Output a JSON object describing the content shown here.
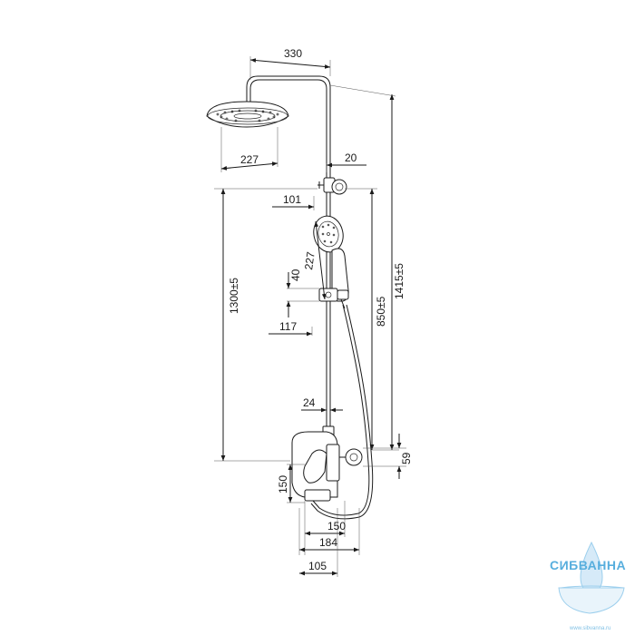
{
  "dimensions": {
    "width_total": "330",
    "head_diameter": "227",
    "pipe_offset": "20",
    "holder_reach": "101",
    "handshower_length": "227",
    "holder_height": "40",
    "height_1415": "1415±5",
    "height_850": "850±5",
    "height_1300": "1300±5",
    "slider_reach": "117",
    "connector_offset": "24",
    "mixer_offset": "59",
    "mixer_height": "150",
    "mixer_width": "150",
    "mixer_depth": "184",
    "outlet_depth": "105"
  },
  "watermark": {
    "brand": "СИБВАННА",
    "site": "www.sibvanna.ru"
  }
}
